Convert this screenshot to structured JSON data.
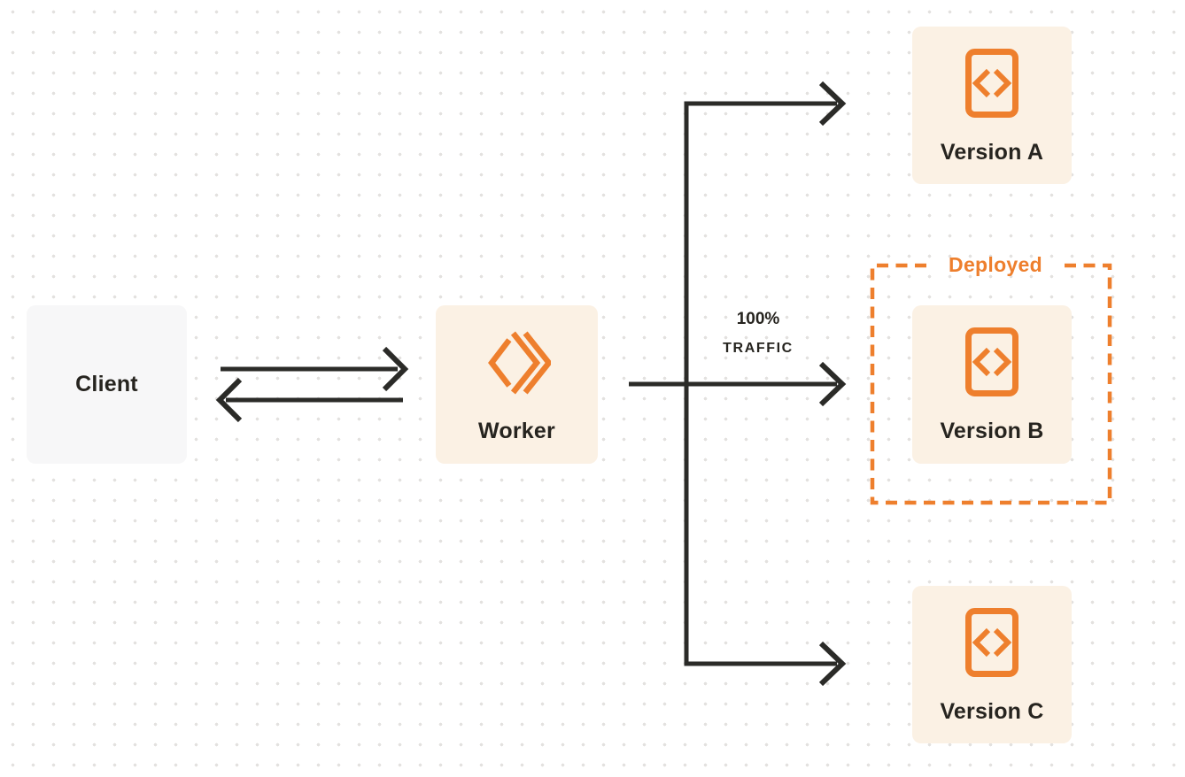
{
  "client": {
    "label": "Client"
  },
  "worker": {
    "label": "Worker"
  },
  "traffic": {
    "percent": "100%",
    "word": "TRAFFIC"
  },
  "deployed_badge": {
    "label": "Deployed"
  },
  "versions": [
    {
      "label": "Version A"
    },
    {
      "label": "Version B"
    },
    {
      "label": "Version C"
    }
  ],
  "icons": {
    "worker_icon": "double-chevron-diamond-icon",
    "version_icon": "code-file-icon"
  },
  "colors": {
    "accent_orange": "#ee7f2d",
    "ink": "#26241f",
    "arrow": "#2b2b28",
    "cream_box_bg": "#fbf1e4",
    "gray_box_bg": "#f7f7f8",
    "dot_grid": "#e3e1df",
    "background": "#ffffff"
  }
}
